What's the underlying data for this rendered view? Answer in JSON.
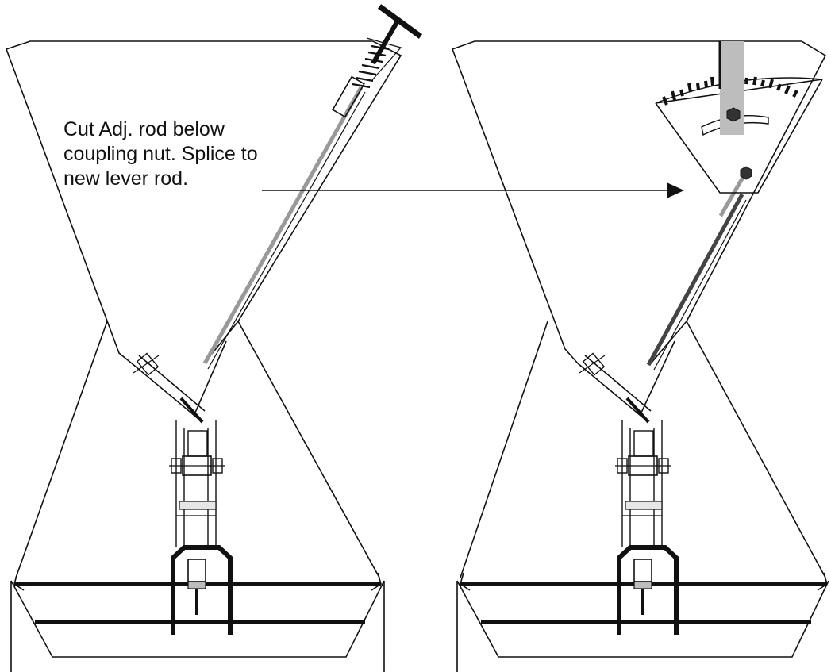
{
  "annotation": {
    "lines": [
      "Cut Adj. rod below",
      "coupling nut. Splice to",
      "new lever rod."
    ]
  },
  "colors": {
    "line": "#111111",
    "rod_gray": "#999999",
    "slider_gray": "#bdbdbd",
    "dark_rod": "#444444",
    "background": "#ffffff"
  },
  "icons": {
    "t_handle": "t-handle-icon",
    "spring": "spring-icon",
    "bolt": "hex-bolt-icon",
    "arrow": "arrow-right-icon"
  }
}
